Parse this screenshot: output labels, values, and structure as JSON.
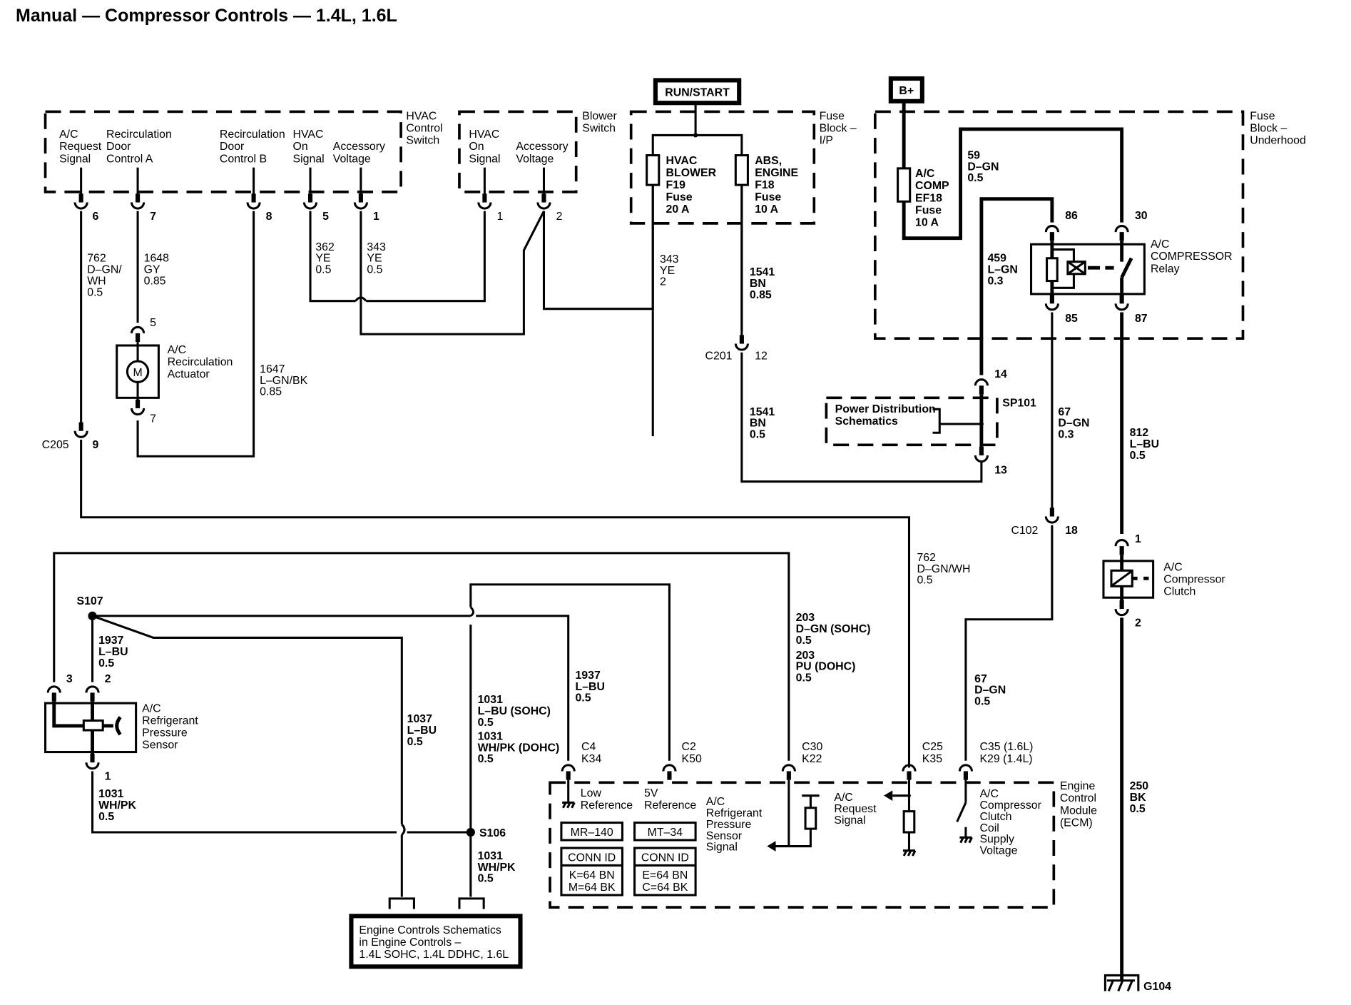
{
  "title": "Manual — Compressor Controls — 1.4L, 1.6L",
  "power_sources": {
    "run_start": "RUN/START",
    "battery": "B+"
  },
  "components": {
    "hvac_control_switch": {
      "name": [
        "HVAC",
        "Control",
        "Switch"
      ],
      "circuits": [
        {
          "label": [
            "A/C",
            "Request",
            "Signal"
          ],
          "pin": "6"
        },
        {
          "label": [
            "Recirculation",
            "Door",
            "Control A"
          ],
          "pin": "7"
        },
        {
          "label": [
            "Recirculation",
            "Door",
            "Control B"
          ],
          "pin": "8"
        },
        {
          "label": [
            "HVAC",
            "On",
            "Signal"
          ],
          "pin": "5"
        },
        {
          "label": [
            "Accessory",
            "Voltage"
          ],
          "pin": "1"
        }
      ]
    },
    "blower_switch": {
      "name": [
        "Blower",
        "Switch"
      ],
      "circuits": [
        {
          "label": [
            "HVAC",
            "On",
            "Signal"
          ],
          "pin": "1"
        },
        {
          "label": [
            "Accessory",
            "Voltage"
          ],
          "pin": "2"
        }
      ]
    },
    "fuse_block_ip": {
      "name": [
        "Fuse",
        "Block –",
        "I/P"
      ],
      "fuses": [
        {
          "label": [
            "HVAC",
            "BLOWER",
            "F19",
            "Fuse",
            "20 A"
          ]
        },
        {
          "label": [
            "ABS,",
            "ENGINE",
            "F18",
            "Fuse",
            "10 A"
          ]
        }
      ]
    },
    "fuse_block_underhood": {
      "name": [
        "Fuse",
        "Block –",
        "Underhood"
      ],
      "fuse": [
        "A/C",
        "COMP",
        "EF18",
        "Fuse",
        "10 A"
      ],
      "relay": {
        "name": [
          "A/C",
          "COMPRESSOR",
          "Relay"
        ],
        "pins": [
          "86",
          "30",
          "85",
          "87"
        ]
      }
    },
    "recirc_actuator": {
      "name": [
        "A/C",
        "Recirculation",
        "Actuator"
      ],
      "symbol": "M",
      "pins": [
        "5",
        "7"
      ]
    },
    "pressure_sensor": {
      "name": [
        "A/C",
        "Refrigerant",
        "Pressure",
        "Sensor"
      ],
      "pins": [
        "3",
        "2",
        "1"
      ]
    },
    "power_distribution": {
      "name": [
        "Power Distribution",
        "Schematics"
      ],
      "splice": "SP101",
      "pins": [
        "14",
        "13"
      ]
    },
    "compressor_clutch": {
      "name": [
        "A/C",
        "Compressor",
        "Clutch"
      ],
      "pins": [
        "1",
        "2"
      ]
    },
    "engine_controls_ref": {
      "text": [
        "Engine Controls Schematics",
        "in Engine Controls –",
        "1.4L SOHC, 1.4L DDHC, 1.6L"
      ]
    },
    "ecm": {
      "name": [
        "Engine",
        "Control",
        "Module",
        "(ECM)"
      ],
      "pins": [
        {
          "conn": [
            "C4",
            "K34"
          ],
          "label": [
            "Low",
            "Reference"
          ]
        },
        {
          "conn": [
            "C2",
            "K50"
          ],
          "label": [
            "5V",
            "Reference"
          ]
        },
        {
          "conn": [
            "C30",
            "K22"
          ],
          "label": [
            "A/C",
            "Refrigerant",
            "Pressure",
            "Sensor",
            "Signal"
          ]
        },
        {
          "conn": [
            "C25",
            "K35"
          ],
          "label": [
            "A/C",
            "Request",
            "Signal"
          ]
        },
        {
          "conn": [
            "C35 (1.6L)",
            "K29 (1.4L)"
          ],
          "label": [
            "A/C",
            "Compressor",
            "Clutch",
            "Coil",
            "Supply",
            "Voltage"
          ]
        }
      ],
      "connector_ids": [
        {
          "code": "MR–140",
          "title": "CONN ID",
          "lines": [
            "K=64 BN",
            "M=64 BK"
          ]
        },
        {
          "code": "MT–34",
          "title": "CONN ID",
          "lines": [
            "E=64 BN",
            "C=64 BK"
          ]
        }
      ]
    }
  },
  "connectors": {
    "c205": {
      "name": "C205",
      "pin": "9"
    },
    "c201": {
      "name": "C201",
      "pin": "12"
    },
    "c102": {
      "name": "C102",
      "pin": "18"
    }
  },
  "splices": {
    "s107": "S107",
    "s106": "S106"
  },
  "ground": "G104",
  "wires": {
    "w762_top": [
      "762",
      "D–GN/",
      "WH",
      "0.5"
    ],
    "w1648": [
      "1648",
      "GY",
      "0.85"
    ],
    "w1647": [
      "1647",
      "L–GN/BK",
      "0.85"
    ],
    "w362": [
      "362",
      "YE",
      "0.5"
    ],
    "w343a": [
      "343",
      "YE",
      "0.5"
    ],
    "w343b": [
      "343",
      "YE",
      "2"
    ],
    "w1541a": [
      "1541",
      "BN",
      "0.85"
    ],
    "w1541b": [
      "1541",
      "BN",
      "0.5"
    ],
    "w59": [
      "59",
      "D–GN",
      "0.5"
    ],
    "w459": [
      "459",
      "L–GN",
      "0.3"
    ],
    "w67a": [
      "67",
      "D–GN",
      "0.3"
    ],
    "w67b": [
      "67",
      "D–GN",
      "0.5"
    ],
    "w812": [
      "812",
      "L–BU",
      "0.5"
    ],
    "w250": [
      "250",
      "BK",
      "0.5"
    ],
    "w762_mid": [
      "762",
      "D–GN/WH",
      "0.5"
    ],
    "w203": [
      "203",
      "D–GN (SOHC)",
      "0.5",
      "203",
      "PU (DOHC)",
      "0.5"
    ],
    "w1937a": [
      "1937",
      "L–BU",
      "0.5"
    ],
    "w1937b": [
      "1937",
      "L–BU",
      "0.5"
    ],
    "w1037": [
      "1037",
      "L–BU",
      "0.5"
    ],
    "w1031a": [
      "1031",
      "L–BU (SOHC)",
      "0.5",
      "1031",
      "WH/PK (DOHC)",
      "0.5"
    ],
    "w1031b": [
      "1031",
      "WH/PK",
      "0.5"
    ],
    "w1031c": [
      "1031",
      "WH/PK",
      "0.5"
    ]
  }
}
